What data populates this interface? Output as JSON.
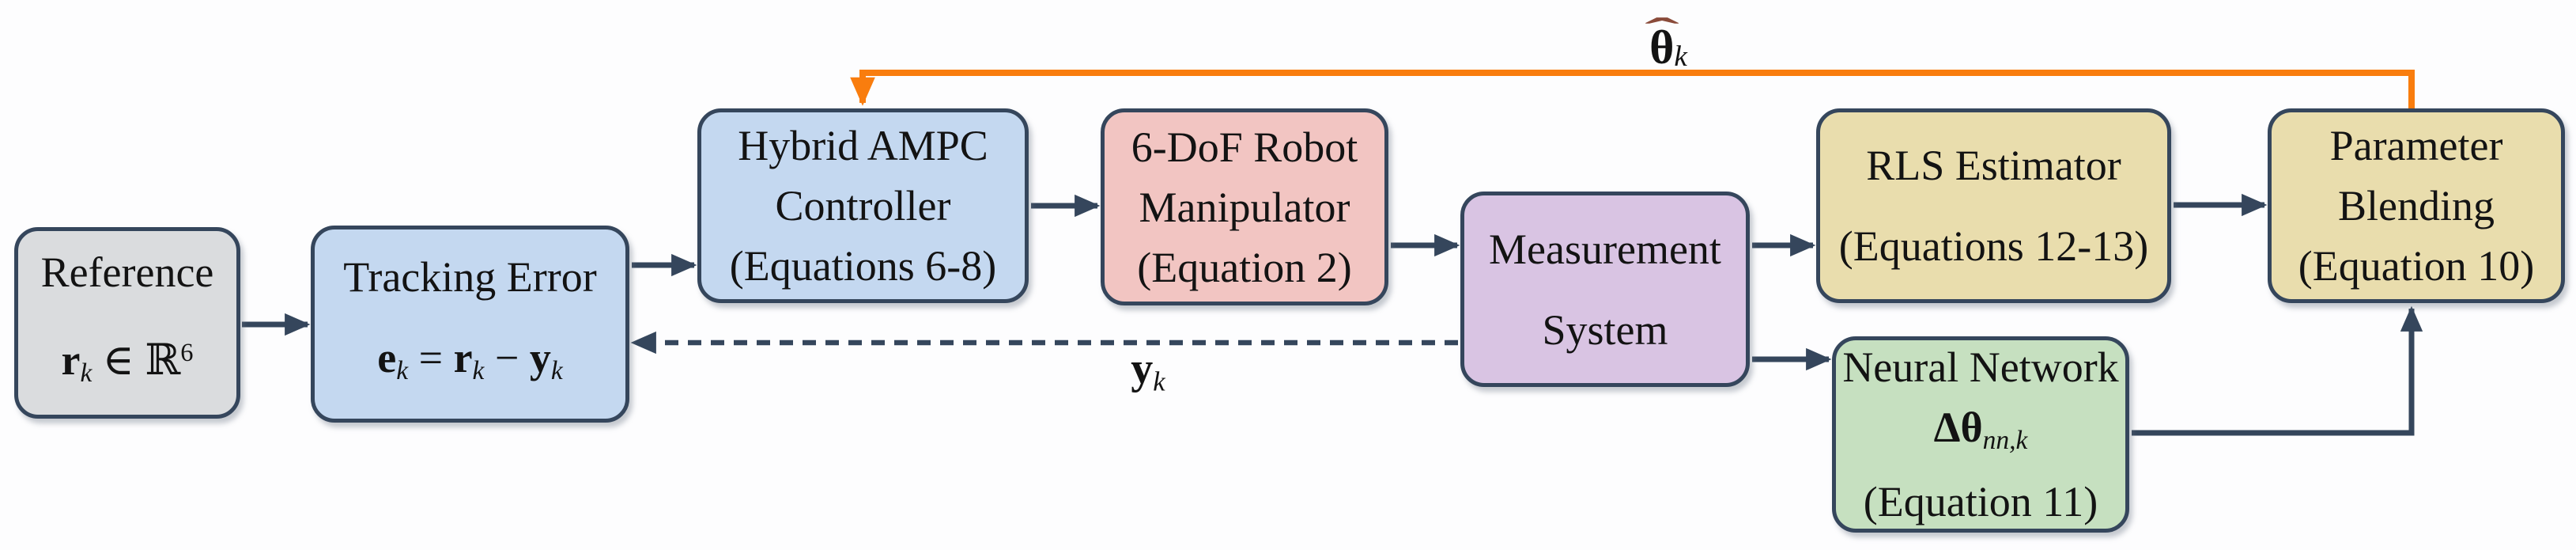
{
  "diagram": {
    "type": "control-system-block-diagram",
    "background": "#fdfdfe",
    "colors": {
      "connector": "#35465c",
      "box_border": "#35465c",
      "feedback_orange": "#f97d0e",
      "hat_accent": "#8a4b3a",
      "text": "#131313",
      "fill_gray": "#dadcde",
      "fill_blue": "#c4d8f0",
      "fill_pink": "#f2c5c2",
      "fill_purple": "#d9c4e3",
      "fill_tan": "#e9ddad",
      "fill_green": "#c6e0c0"
    },
    "boxes": [
      {
        "id": "reference",
        "fill": "#dadcde",
        "lines": [
          "Reference",
          "**r**_{k} ∈ ℝ^{6}"
        ]
      },
      {
        "id": "tracking-error",
        "fill": "#c4d8f0",
        "lines": [
          "Tracking Error",
          "**e**_{k} = **r**_{k} − **y**_{k}"
        ]
      },
      {
        "id": "hybrid-ampc",
        "fill": "#c4d8f0",
        "lines": [
          "Hybrid AMPC",
          "Controller",
          "(Equations 6-8)"
        ]
      },
      {
        "id": "robot",
        "fill": "#f2c5c2",
        "lines": [
          "6-DoF Robot",
          "Manipulator",
          "(Equation 2)"
        ]
      },
      {
        "id": "measurement",
        "fill": "#d9c4e3",
        "lines": [
          "Measurement",
          "System"
        ]
      },
      {
        "id": "rls",
        "fill": "#e9ddad",
        "lines": [
          "RLS Estimator",
          "(Equations 12-13)"
        ]
      },
      {
        "id": "blending",
        "fill": "#e9ddad",
        "lines": [
          "Parameter",
          "Blending",
          "(Equation 10)"
        ]
      },
      {
        "id": "neural-network",
        "fill": "#c6e0c0",
        "lines": [
          "Neural Network",
          "**Δθ**_{nn,k}",
          "(Equation 11)"
        ]
      }
    ],
    "labels": {
      "theta_hat": {
        "hat": "ˆ",
        "base": "θ",
        "sub": "k"
      },
      "y_feedback": {
        "base": "y",
        "sub": "k"
      }
    },
    "edges": [
      {
        "id": "reference-to-tracking-error",
        "from": "reference",
        "to": "tracking-error",
        "style": "solid"
      },
      {
        "id": "tracking-error-to-hybrid-ampc",
        "from": "tracking-error",
        "to": "hybrid-ampc",
        "style": "solid"
      },
      {
        "id": "hybrid-ampc-to-robot",
        "from": "hybrid-ampc",
        "to": "robot",
        "style": "solid"
      },
      {
        "id": "robot-to-measurement",
        "from": "robot",
        "to": "measurement",
        "style": "solid"
      },
      {
        "id": "measurement-to-rls",
        "from": "measurement",
        "to": "rls",
        "style": "solid"
      },
      {
        "id": "rls-to-blending",
        "from": "rls",
        "to": "blending",
        "style": "solid"
      },
      {
        "id": "measurement-to-neural-network",
        "from": "measurement",
        "to": "neural-network",
        "style": "solid"
      },
      {
        "id": "neural-network-to-blending",
        "from": "neural-network",
        "to": "blending",
        "style": "solid"
      },
      {
        "id": "measurement-to-tracking-error-feedback",
        "from": "measurement",
        "to": "tracking-error",
        "style": "dashed",
        "label": "y_k"
      },
      {
        "id": "blending-to-hybrid-ampc-feedback",
        "from": "blending",
        "to": "hybrid-ampc",
        "style": "orange",
        "label": "theta_hat_k"
      }
    ]
  }
}
